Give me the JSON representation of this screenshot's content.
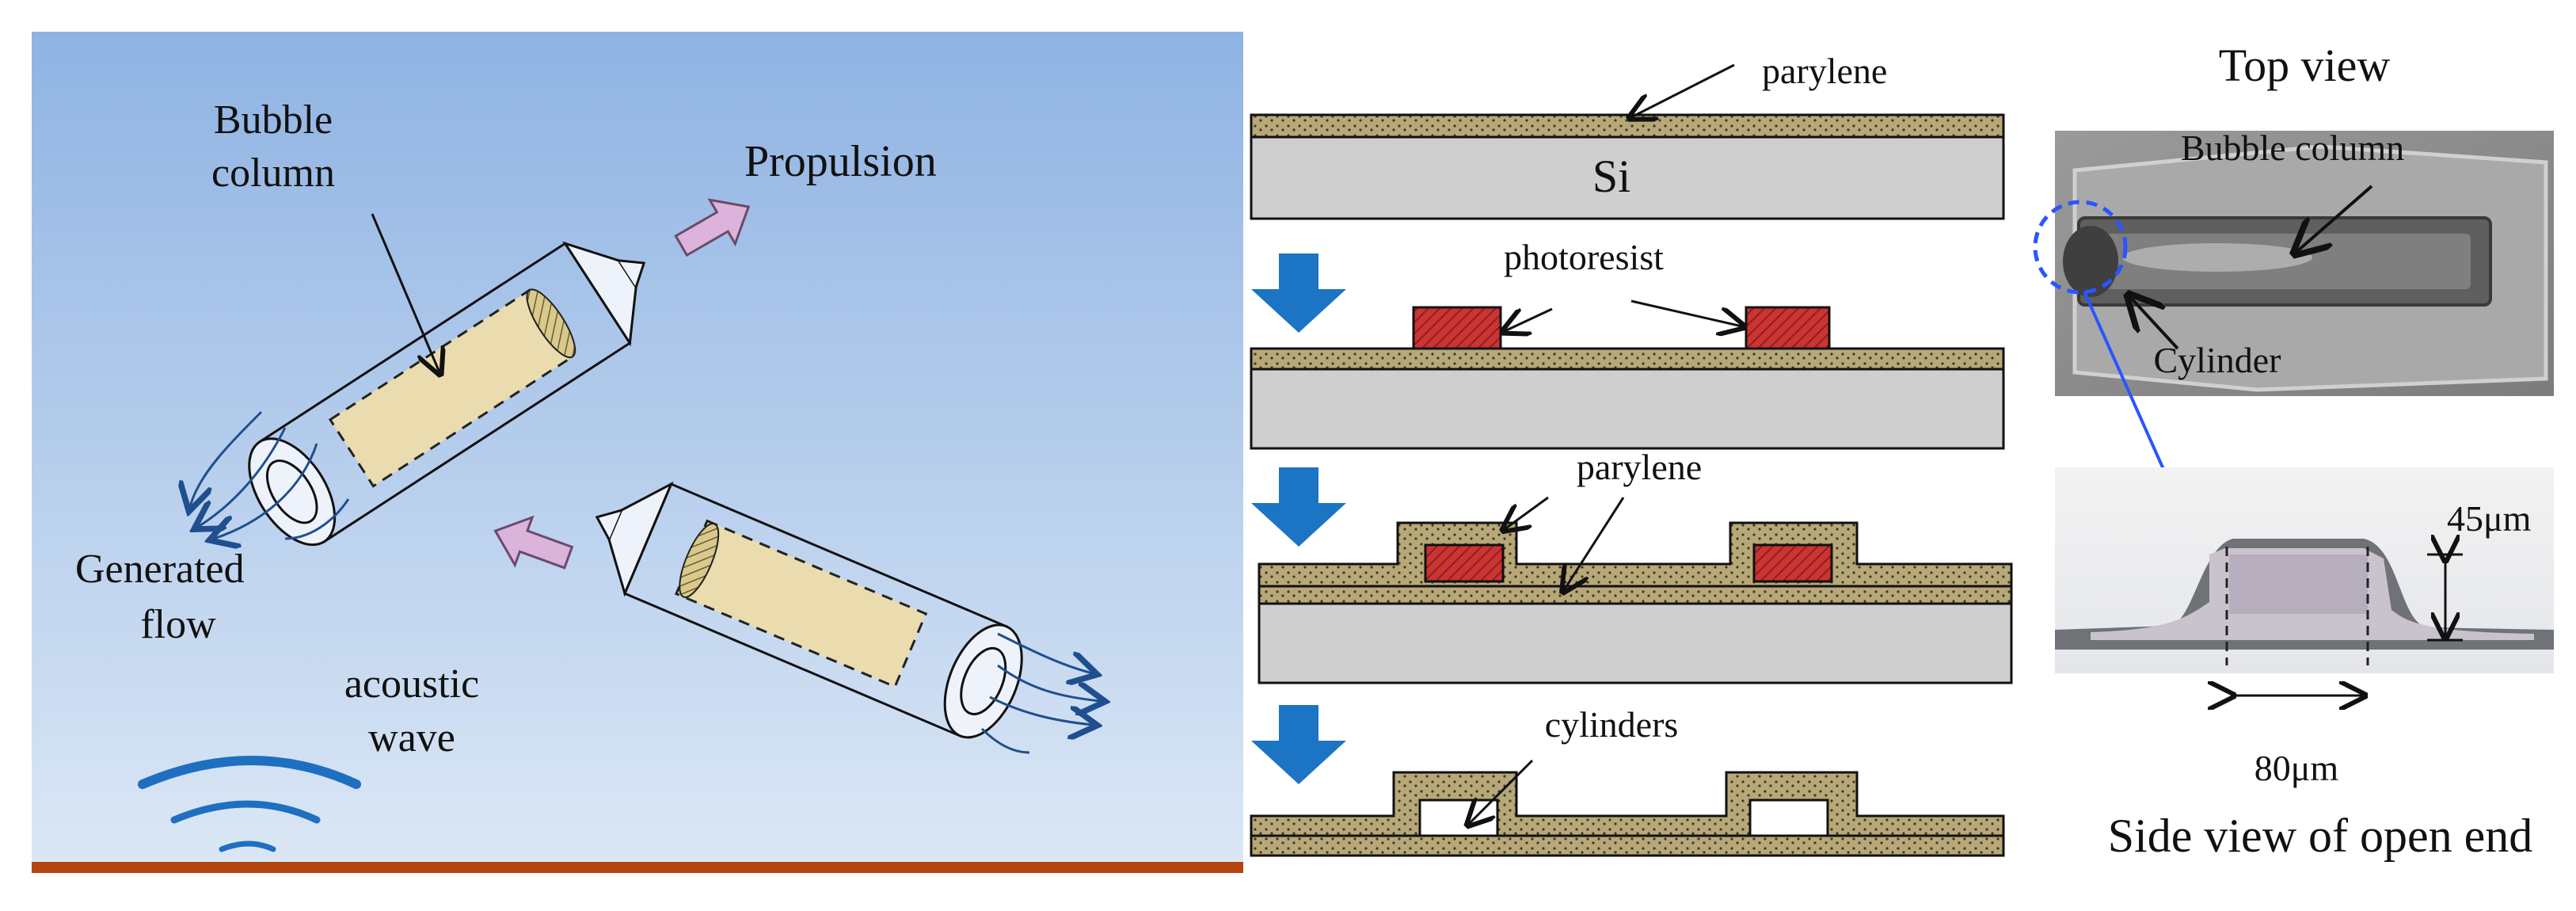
{
  "left_panel": {
    "bubble_column_line1": "Bubble",
    "bubble_column_line2": "column",
    "propulsion": "Propulsion",
    "generated_line1": "Generated",
    "generated_line2": "flow",
    "acoustic_line1": "acoustic",
    "acoustic_line2": "wave"
  },
  "middle_panel": {
    "step1_parylene": "parylene",
    "step1_substrate": "Si",
    "step2_photoresist": "photoresist",
    "step3_parylene": "parylene",
    "step4_cylinders": "cylinders"
  },
  "right_panel": {
    "top_view_title": "Top view",
    "bubble_column": "Bubble column",
    "cylinder": "Cylinder",
    "height_dim": "45μm",
    "width_dim": "80μm",
    "side_view_title": "Side view of open end"
  },
  "colors": {
    "sky_top": "#8fb3e3",
    "sky_bottom": "#dbe7f5",
    "ground": "#b5460f",
    "parylene": "#b8a878",
    "silicon": "#cfcfcf",
    "photoresist": "#cc3333",
    "process_arrow": "#1c74c4",
    "propulsion_arrow": "#dcb3da",
    "bubble_fill": "#eadcae",
    "microscope_bg": "#8d8d8d",
    "highlight_circle": "#2b55ff"
  }
}
